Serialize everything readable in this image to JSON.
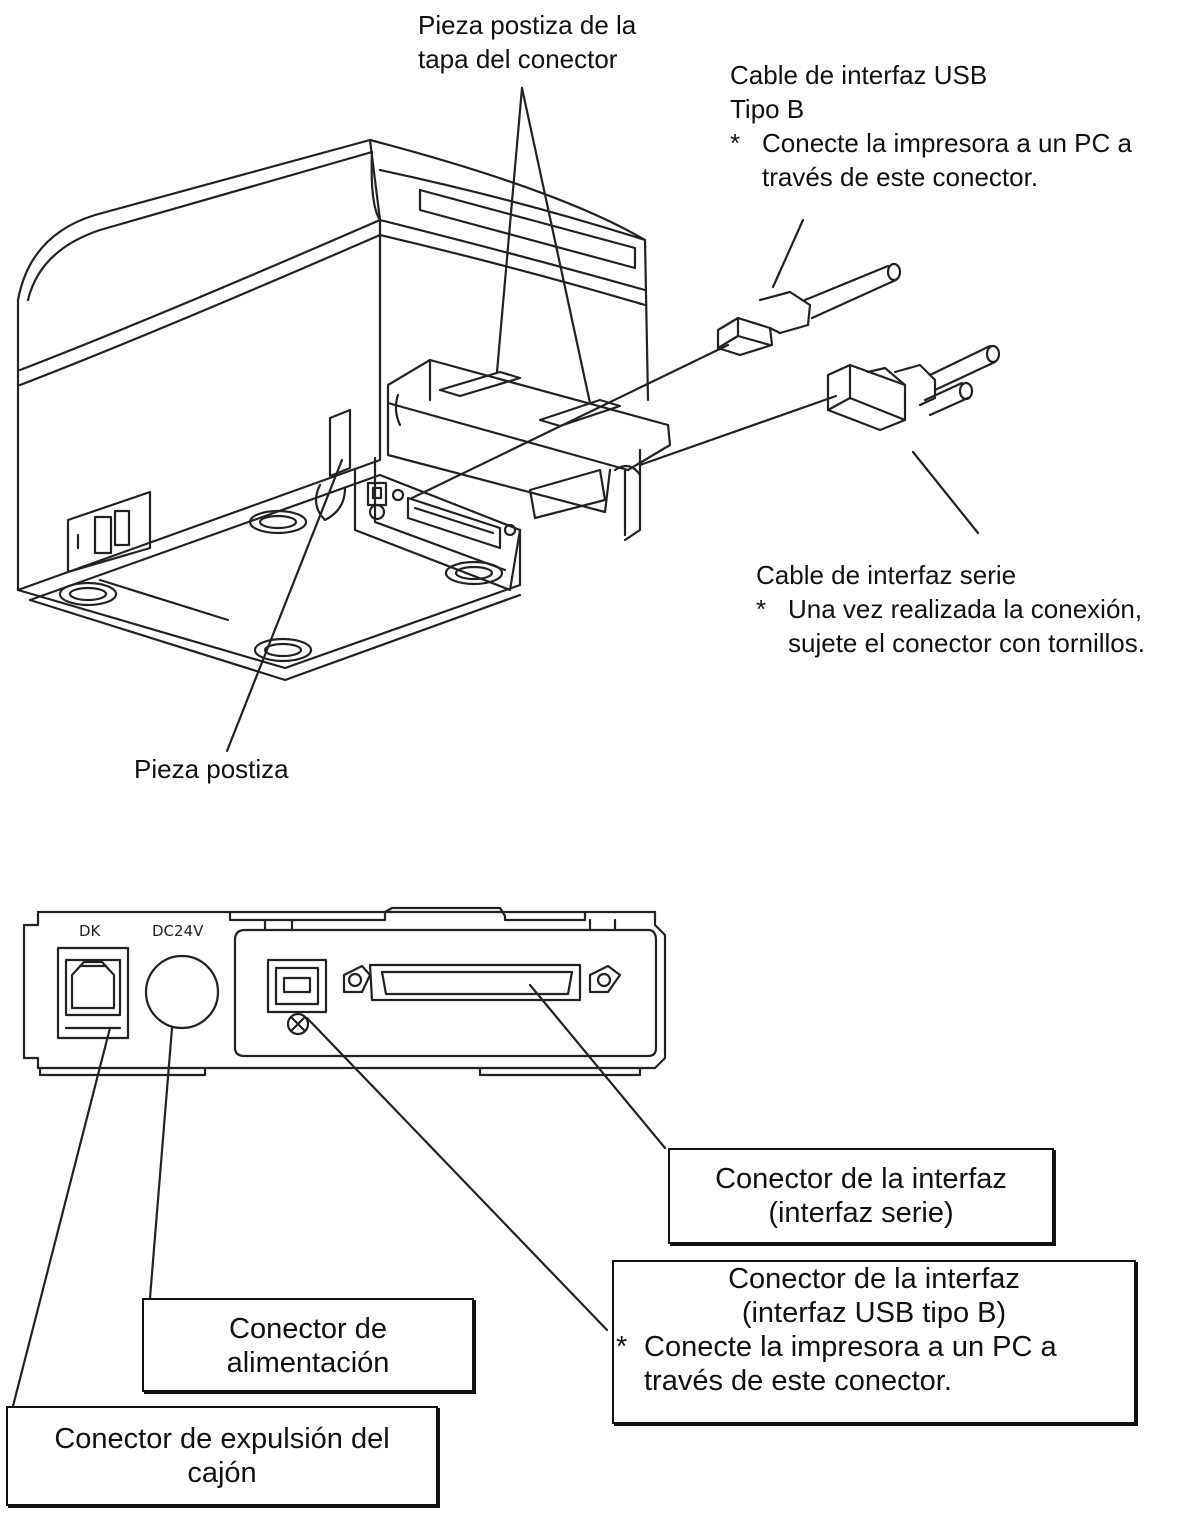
{
  "top_labels": {
    "connector_cover_dummy": [
      "Pieza postiza de la",
      "tapa del conector"
    ],
    "usb_cable": {
      "lines": [
        "Cable de interfaz USB",
        "Tipo B"
      ],
      "note_marker": "*",
      "note": [
        "Conecte la impresora a un PC a",
        "través de este conector."
      ]
    },
    "serial_cable": {
      "title": "Cable de interfaz serie",
      "note_marker": "*",
      "note": [
        "Una vez realizada la conexión,",
        "sujete el conector con tornillos."
      ]
    },
    "dummy_piece": "Pieza postiza"
  },
  "panel_labels": {
    "dk": "DK",
    "dc24v": "DC24V"
  },
  "bottom_boxes": {
    "serial_connector": [
      "Conector de la interfaz",
      "(interfaz serie)"
    ],
    "usb_connector": {
      "lines": [
        "Conector de la interfaz",
        "(interfaz USB tipo B)"
      ],
      "note_marker": "*",
      "note": [
        "Conecte la impresora a un PC a",
        "través de este conector."
      ]
    },
    "power_connector": [
      "Conector de",
      "alimentación"
    ],
    "drawer_connector": [
      "Conector de expulsión del",
      "cajón"
    ]
  }
}
